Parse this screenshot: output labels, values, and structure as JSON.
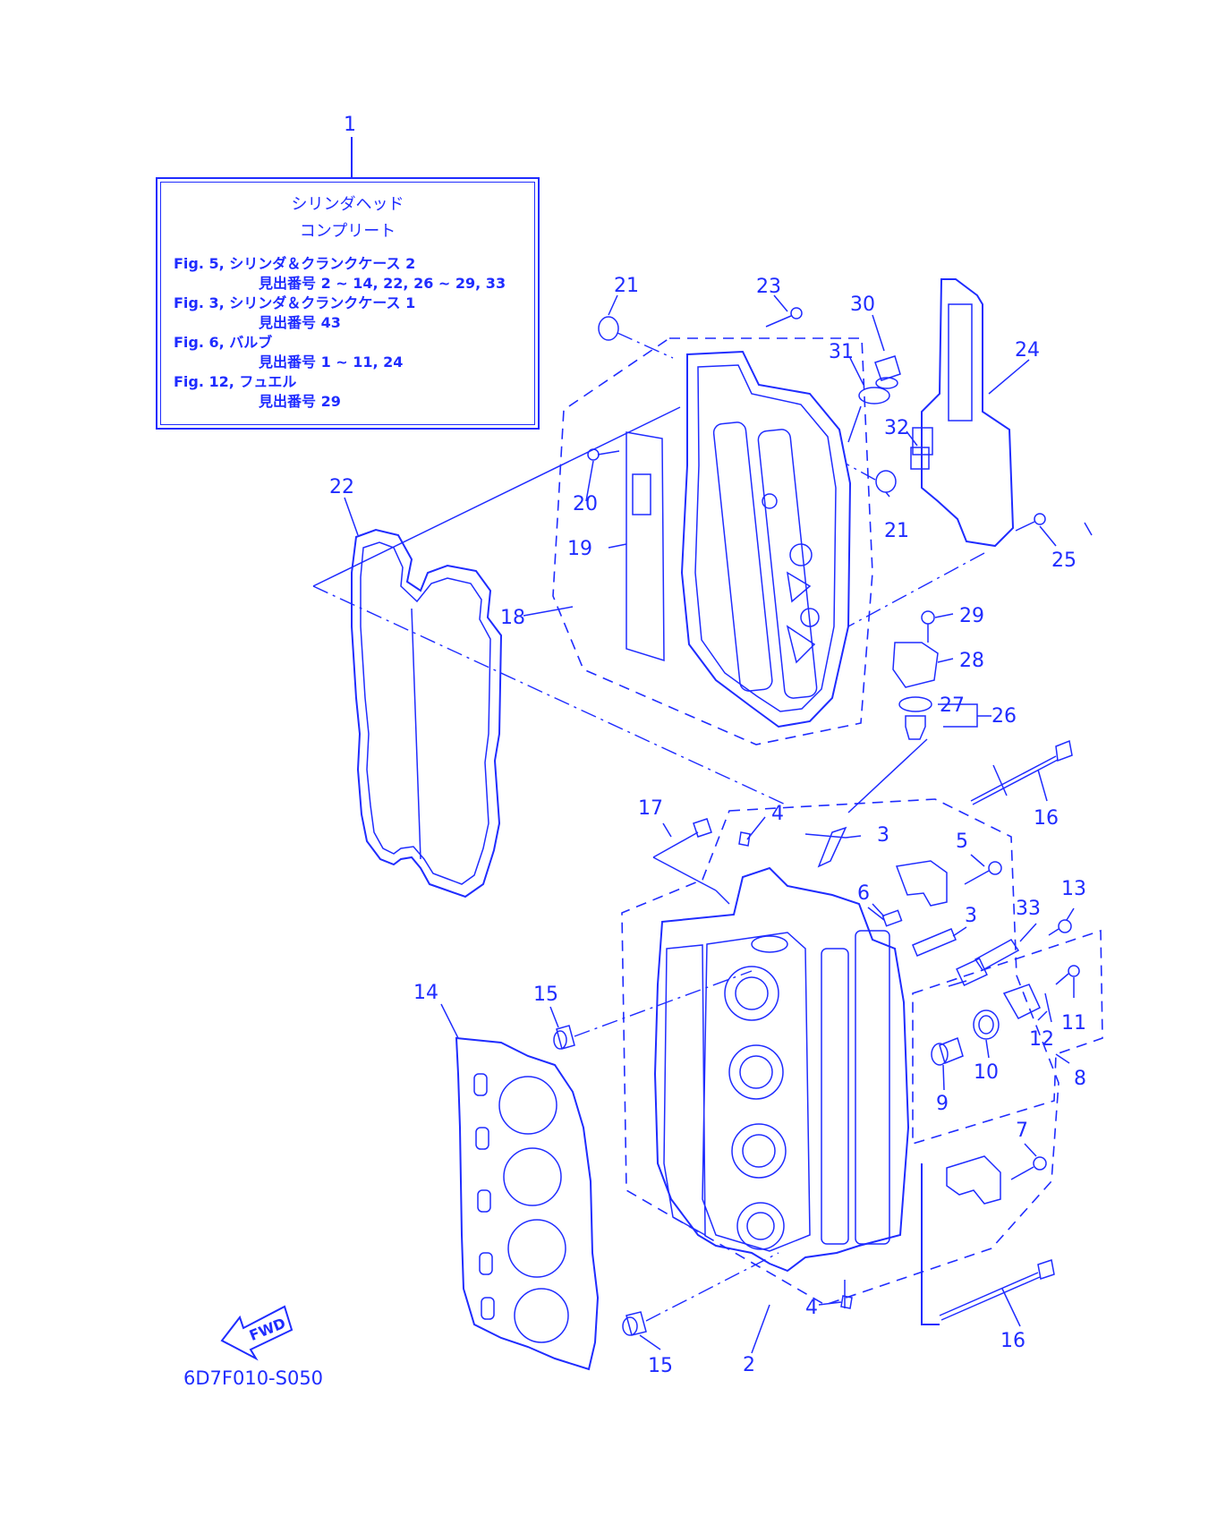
{
  "info_box": {
    "title_line1": "シリンダヘッド",
    "title_line2": "コンプリート",
    "refs": [
      "Fig. 5, シリンダ＆クランクケース 2",
      "見出番号 2 ~ 14, 22, 26 ~ 29, 33",
      "Fig. 3, シリンダ＆クランクケース 1",
      "見出番号 43",
      "Fig. 6, バルブ",
      "見出番号 1 ~ 11, 24",
      "Fig. 12, フュエル",
      "見出番号 29"
    ]
  },
  "callouts": [
    "1",
    "2",
    "3",
    "3",
    "4",
    "4",
    "5",
    "6",
    "7",
    "8",
    "9",
    "10",
    "11",
    "12",
    "13",
    "14",
    "15",
    "15",
    "16",
    "16",
    "17",
    "18",
    "19",
    "20",
    "21",
    "21",
    "22",
    "23",
    "24",
    "25",
    "26",
    "27",
    "28",
    "29",
    "30",
    "31",
    "32",
    "33"
  ],
  "fwd_label": "FWD",
  "drawing_code": "6D7F010-S050",
  "colors": {
    "ink": "#1f2cff",
    "background": "#ffffff"
  }
}
